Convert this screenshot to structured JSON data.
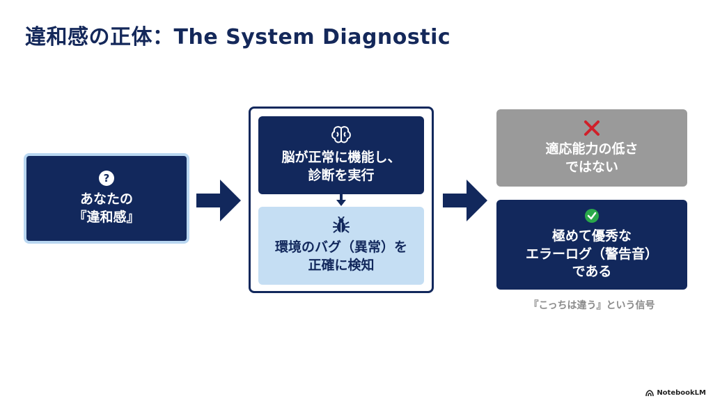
{
  "title": "違和感の正体：The System Diagnostic",
  "left_box": {
    "icon": "question-icon",
    "text": "あなたの\n『違和感』"
  },
  "brain_box": {
    "icon": "brain-icon",
    "text": "脳が正常に機能し、\n診断を実行"
  },
  "bug_box": {
    "icon": "bug-icon",
    "text": "環境のバグ（異常）を\n正確に検知"
  },
  "not_box": {
    "icon": "cross-icon",
    "text": "適応能力の低さ\nではない"
  },
  "yes_box": {
    "icon": "check-circle-icon",
    "text": "極めて優秀な\nエラーログ（警告音）\nである"
  },
  "caption": "『こっちは違う』という信号",
  "brand": "NotebookLM",
  "colors": {
    "navy": "#12285c",
    "light_blue": "#c5def3",
    "gray": "#9a9a9a",
    "red": "#d0202a",
    "green": "#2aa84a"
  }
}
